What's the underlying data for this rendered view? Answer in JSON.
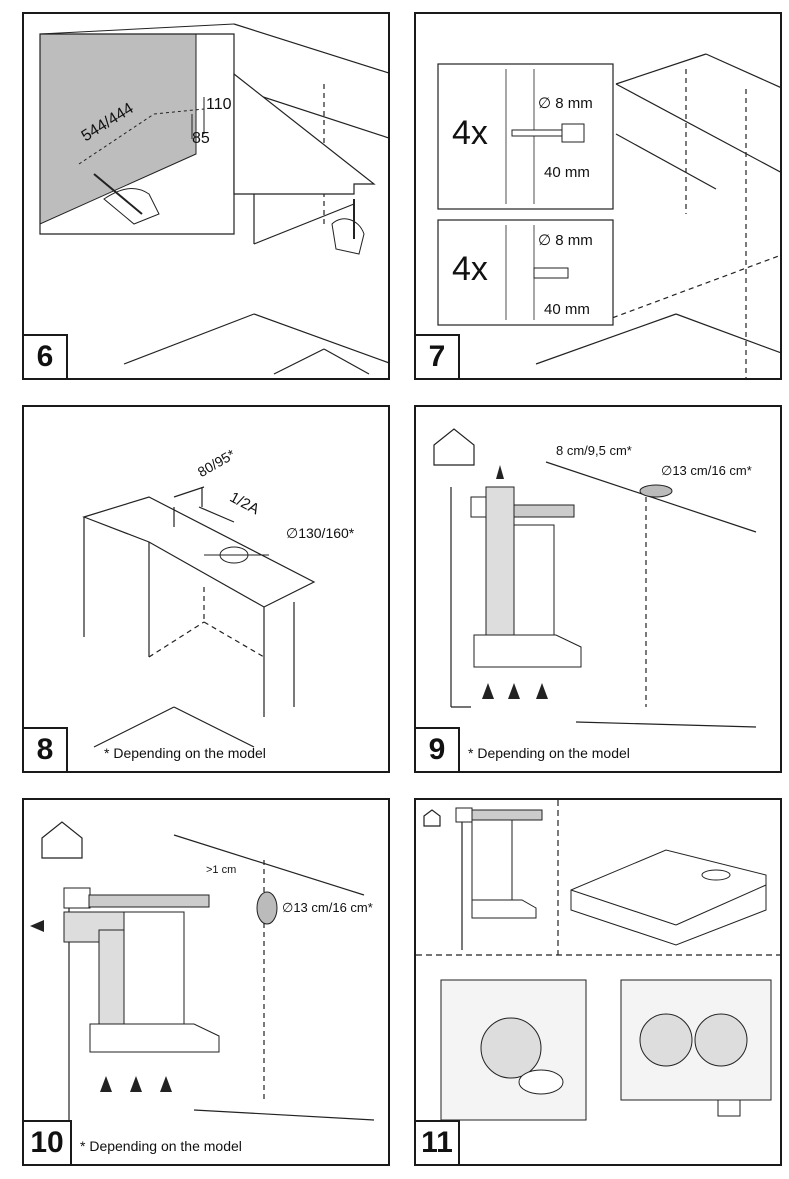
{
  "panels": [
    {
      "number": "6",
      "labels": {
        "width": "544/444",
        "top": "110",
        "side": "85"
      }
    },
    {
      "number": "7",
      "labels": {
        "count_a": "4x",
        "diam_a": "∅ 8 mm",
        "depth_a": "40 mm",
        "count_b": "4x",
        "diam_b": "∅ 8 mm",
        "depth_b": "40 mm"
      }
    },
    {
      "number": "8",
      "labels": {
        "offset": "80/95*",
        "half": "1/2A",
        "diameter": "∅130/160*"
      },
      "note": "* Depending on the model"
    },
    {
      "number": "9",
      "labels": {
        "gap": "8 cm/9,5 cm*",
        "hole": "∅13 cm/16 cm*"
      },
      "note": "* Depending on the model"
    },
    {
      "number": "10",
      "labels": {
        "gap": ">1 cm",
        "hole": "∅13 cm/16 cm*"
      },
      "note": "* Depending on the model"
    },
    {
      "number": "11"
    }
  ],
  "icons": [
    "pencil-icon",
    "hand-icon",
    "drill-icon",
    "wall-plug-icon",
    "house-vent-icon",
    "airflow-arrow-icon",
    "recirculation-icon",
    "filter-icon"
  ]
}
